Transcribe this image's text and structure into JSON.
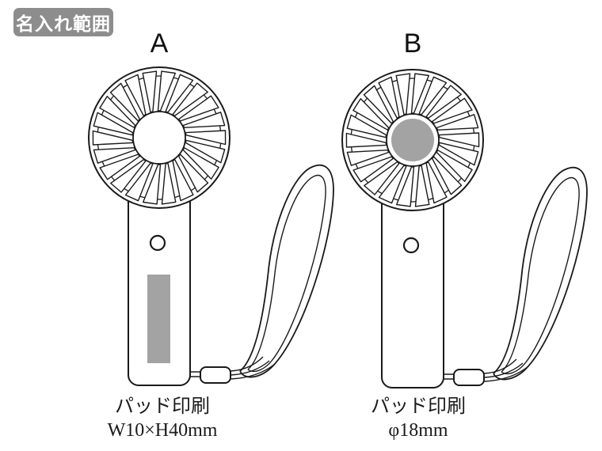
{
  "badge": {
    "label": "名入れ範囲"
  },
  "colors": {
    "badge_bg": "#8d8d8d",
    "badge_text": "#ffffff",
    "print_area": "#a3a3a3",
    "line": "#1a1a1a"
  },
  "products": [
    {
      "label": "A",
      "caption_line1": "パッド印刷",
      "caption_line2": "W10×H40mm",
      "print_area_type": "rect"
    },
    {
      "label": "B",
      "caption_line1": "パッド印刷",
      "caption_line2": "φ18mm",
      "print_area_type": "circle"
    }
  ]
}
